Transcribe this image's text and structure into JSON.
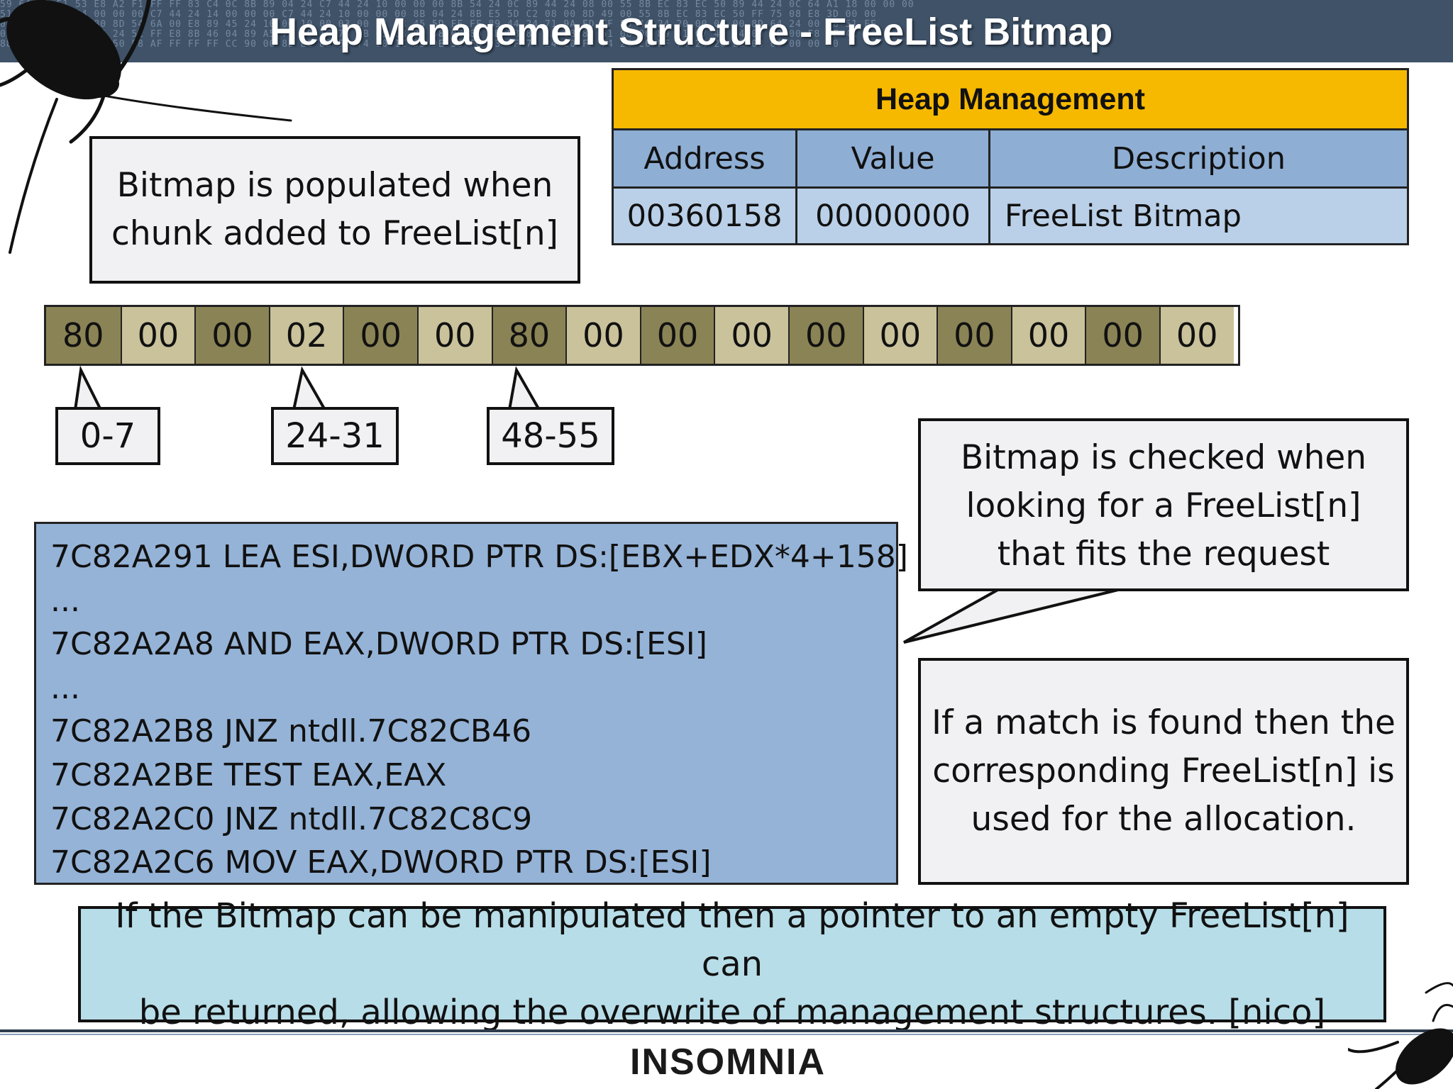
{
  "slide": {
    "title": "Heap Management Structure - FreeList Bitmap"
  },
  "callouts": {
    "populated": [
      "Bitmap is populated when",
      "chunk added to FreeList[n]"
    ],
    "checked": [
      "Bitmap is checked when",
      "looking for a FreeList[n]",
      "that fits the request"
    ],
    "match": [
      "If a match is found then the",
      "corresponding FreeList[n] is",
      "used for the allocation."
    ]
  },
  "heap_table": {
    "title": "Heap Management",
    "headers": [
      "Address",
      "Value",
      "Description"
    ],
    "rows": [
      [
        "00360158",
        "00000000",
        "FreeList Bitmap"
      ]
    ]
  },
  "bitmap": {
    "bytes": [
      "80",
      "00",
      "00",
      "02",
      "00",
      "00",
      "80",
      "00",
      "00",
      "00",
      "00",
      "00",
      "00",
      "00",
      "00",
      "00"
    ],
    "ranges": [
      "0-7",
      "24-31",
      "48-55"
    ],
    "colors": {
      "dark": "#8a8355",
      "light": "#c9c29b"
    }
  },
  "code": {
    "lines": [
      "7C82A291 LEA ESI,DWORD PTR DS:[EBX+EDX*4+158]",
      "...",
      "7C82A2A8 AND EAX,DWORD PTR DS:[ESI]",
      "...",
      "7C82A2B8 JNZ ntdll.7C82CB46",
      "7C82A2BE TEST EAX,EAX",
      "7C82A2C0 JNZ ntdll.7C82C8C9",
      "7C82A2C6 MOV EAX,DWORD PTR DS:[ESI]"
    ]
  },
  "note": {
    "lines": [
      "If the Bitmap can be manipulated then a pointer to an empty FreeList[n] can",
      "be returned, allowing the overwrite of management structures. [nico]"
    ]
  },
  "footer": {
    "brand": "INSOMNIA"
  },
  "theme": {
    "header_bg": "#3f5268",
    "table_title_bg": "#f7b900",
    "table_head_bg": "#8eaed4",
    "table_row_bg": "#bad0e8",
    "code_bg": "#95b3d7",
    "note_bg": "#b7dde8"
  }
}
